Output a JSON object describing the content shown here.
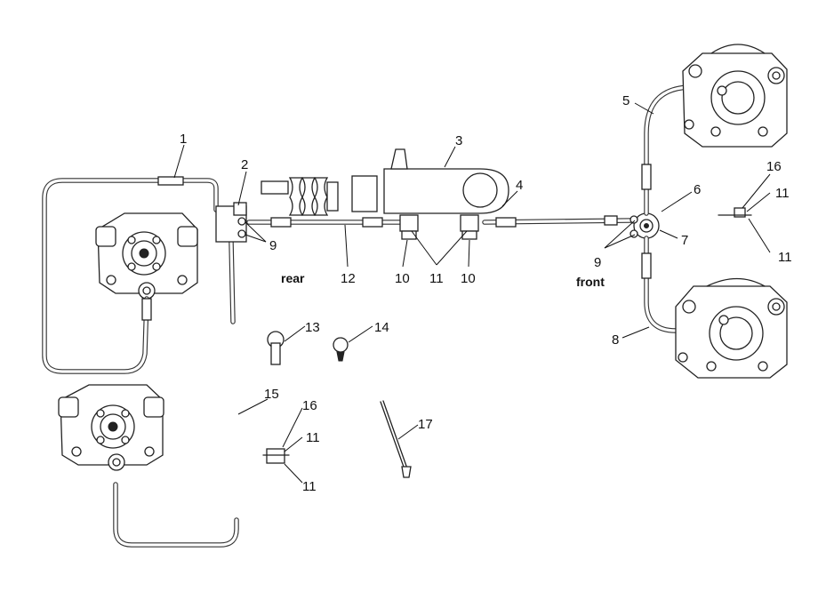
{
  "labels": {
    "rear": "rear",
    "front": "front",
    "n1": "1",
    "n2": "2",
    "n3": "3",
    "n4": "4",
    "n5": "5",
    "n6": "6",
    "n7": "7",
    "n8": "8",
    "n9a": "9",
    "n9b": "9",
    "n10a": "10",
    "n10b": "10",
    "n11a": "11",
    "n11b": "11",
    "n11c": "11",
    "n11d": "11",
    "n11e": "11",
    "n12": "12",
    "n13": "13",
    "n14": "14",
    "n15": "15",
    "n16a": "16",
    "n16b": "16",
    "n17": "17"
  }
}
